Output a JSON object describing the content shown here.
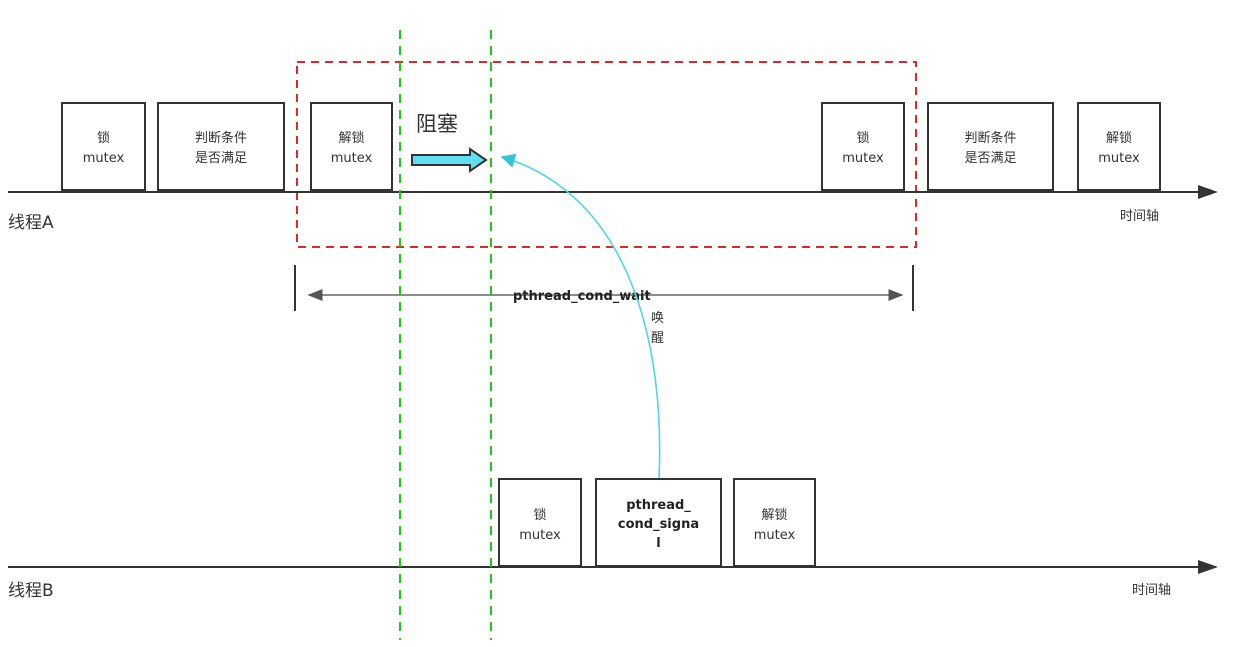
{
  "thread_a": {
    "label": "线程A",
    "axis_label": "时间轴",
    "boxes": [
      {
        "line1": "锁",
        "line2": "mutex"
      },
      {
        "line1": "判断条件",
        "line2": "是否满足"
      },
      {
        "line1": "解锁",
        "line2": "mutex"
      },
      {
        "line1": "锁",
        "line2": "mutex"
      },
      {
        "line1": "判断条件",
        "line2": "是否满足"
      },
      {
        "line1": "解锁",
        "line2": "mutex"
      }
    ]
  },
  "thread_b": {
    "label": "线程B",
    "axis_label": "时间轴",
    "boxes": [
      {
        "line1": "锁",
        "line2": "mutex"
      },
      {
        "line1": "pthread_",
        "line2": "cond_signa",
        "line3": "l"
      },
      {
        "line1": "解锁",
        "line2": "mutex"
      }
    ]
  },
  "blocked_label": "阻塞",
  "wait_label": "pthread_cond_wait",
  "wake_label_1": "唤",
  "wake_label_2": "醒",
  "colors": {
    "wait_region": "#d92b2b",
    "time_markers": "#27c21f",
    "block_arrow_fill": "#5ee0f2",
    "wake_arrow": "#4fd6e6",
    "axis": "#333333"
  }
}
